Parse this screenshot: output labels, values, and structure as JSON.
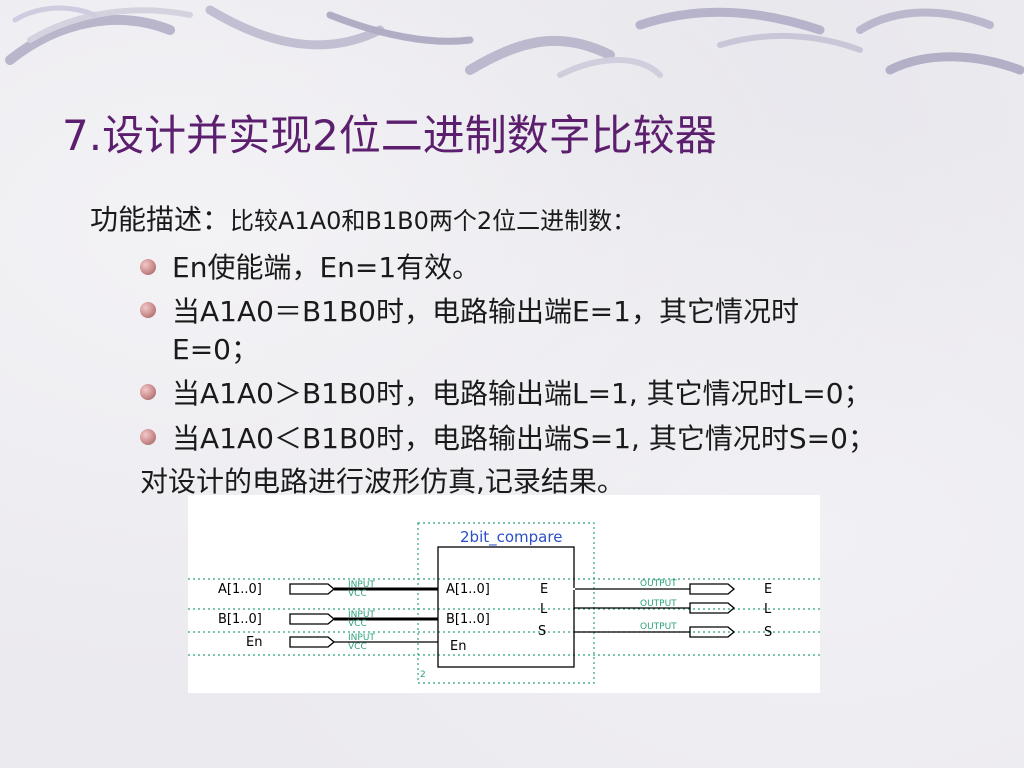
{
  "slide": {
    "title": "7.设计并实现2位二进制数字比较器",
    "intro_head": "功能描述：",
    "intro_body": "比较A1A0和B1B0两个2位二进制数：",
    "bullets": [
      "En使能端，En=1有效。",
      "当A1A0＝B1B0时，电路输出端E=1，其它情况时",
      "E=0；",
      "当A1A0＞B1B0时，电路输出端L=1, 其它情况时L=0；",
      "当A1A0＜B1B0时，电路输出端S=1, 其它情况时S=0；"
    ],
    "footer_text": "对设计的电路进行波形仿真,记录结果。"
  },
  "circuit": {
    "block_title": "2bit_compare",
    "block_inputs": [
      "A[1..0]",
      "B[1..0]",
      "En"
    ],
    "block_outputs": [
      "E",
      "L",
      "S"
    ],
    "input_pins": [
      "A[1..0]",
      "B[1..0]",
      "En"
    ],
    "input_tag": "INPUT",
    "input_sub": "VCC",
    "output_tag": "OUTPUT",
    "output_pins": [
      "E",
      "L",
      "S"
    ],
    "instance_label": "2"
  },
  "colors": {
    "title": "#5c1f6e",
    "text": "#1a1a1a",
    "dotted_green": "#2ea37a",
    "block_title_blue": "#2a4fc9"
  }
}
